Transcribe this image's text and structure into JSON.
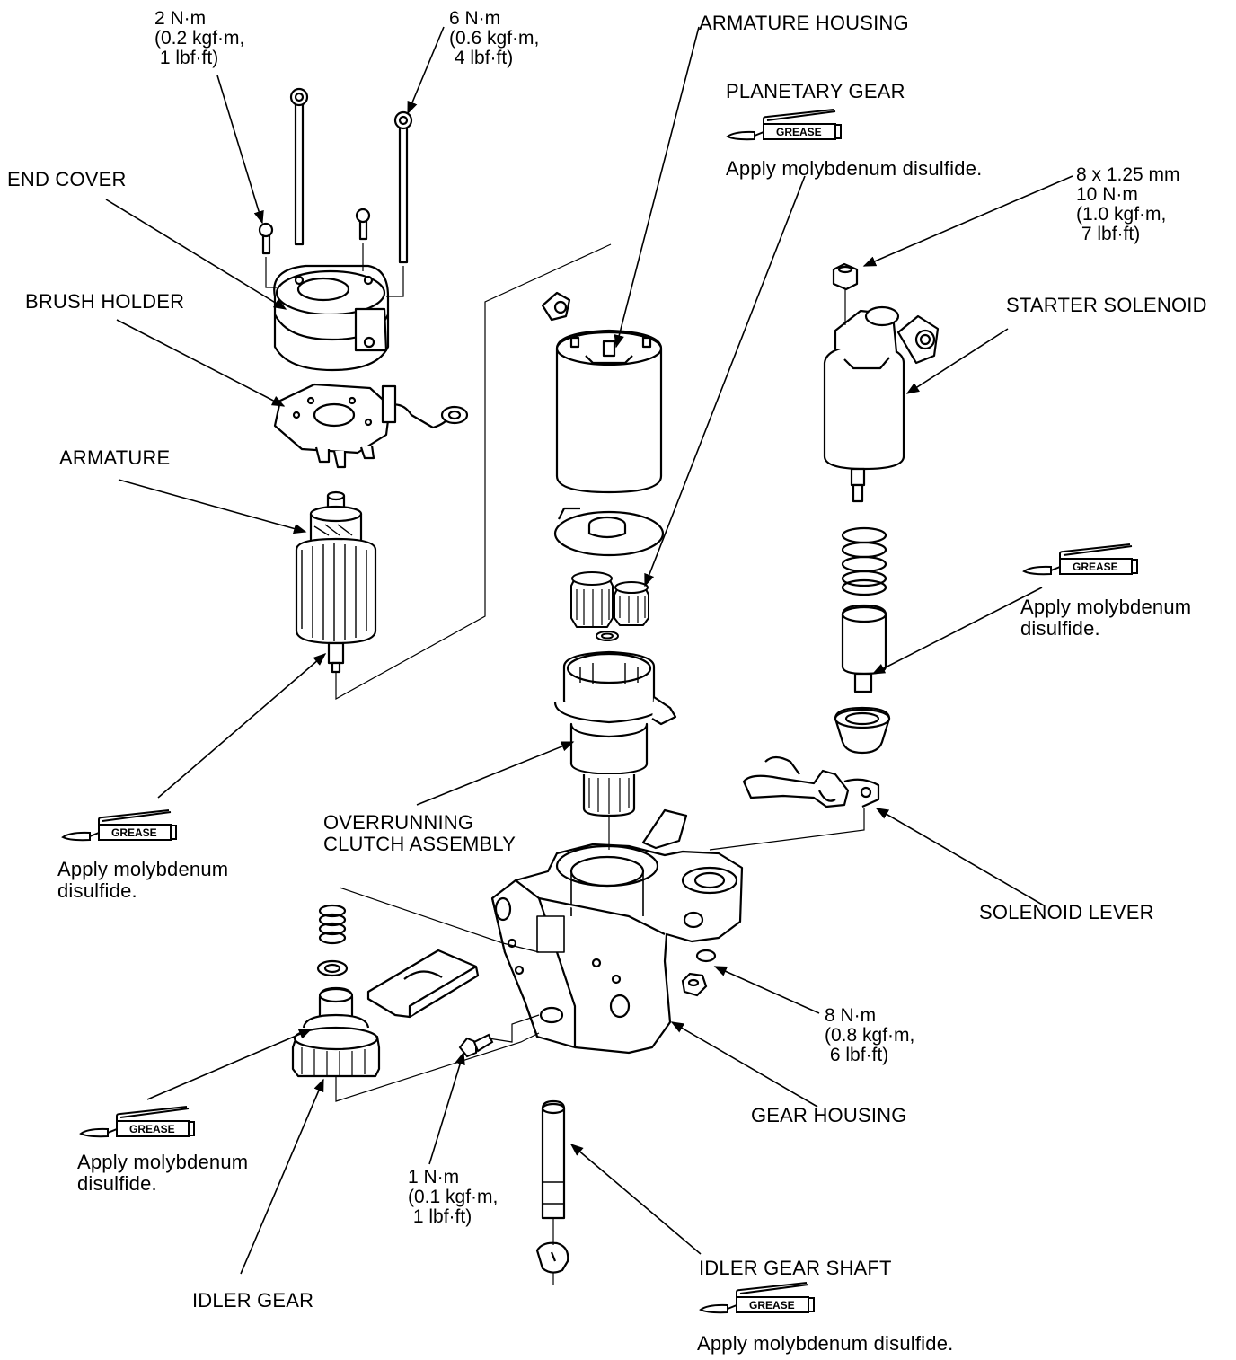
{
  "labels": {
    "end_cover": "END COVER",
    "brush_holder": "BRUSH HOLDER",
    "armature": "ARMATURE",
    "armature_housing": "ARMATURE HOUSING",
    "planetary_gear": "PLANETARY GEAR",
    "starter_solenoid": "STARTER SOLENOID",
    "overrunning_clutch": "OVERRUNNING\nCLUTCH ASSEMBLY",
    "solenoid_lever": "SOLENOID LEVER",
    "gear_housing": "GEAR HOUSING",
    "idler_gear": "IDLER GEAR",
    "idler_gear_shaft": "IDLER GEAR SHAFT"
  },
  "torques": {
    "bolt_2nm": "2 N·m\n(0.2 kgf·m,\n 1 lbf·ft)",
    "bolt_6nm": "6 N·m\n(0.6 kgf·m,\n 4 lbf·ft)",
    "nut_10nm": "8 x 1.25 mm\n10 N·m\n(1.0 kgf·m,\n 7 lbf·ft)",
    "nut_8nm": "8 N·m\n(0.8 kgf·m,\n 6 lbf·ft)",
    "bolt_1nm": "1 N·m\n(0.1 kgf·m,\n 1 lbf·ft)"
  },
  "grease": {
    "tag": "GREASE",
    "planetary": "Apply molybdenum disulfide.",
    "plunger": "Apply molybdenum\ndisulfide.",
    "armature_shaft": "Apply molybdenum\ndisulfide.",
    "idler_gear": "Apply molybdenum\ndisulfide.",
    "idler_shaft": "Apply molybdenum disulfide."
  }
}
